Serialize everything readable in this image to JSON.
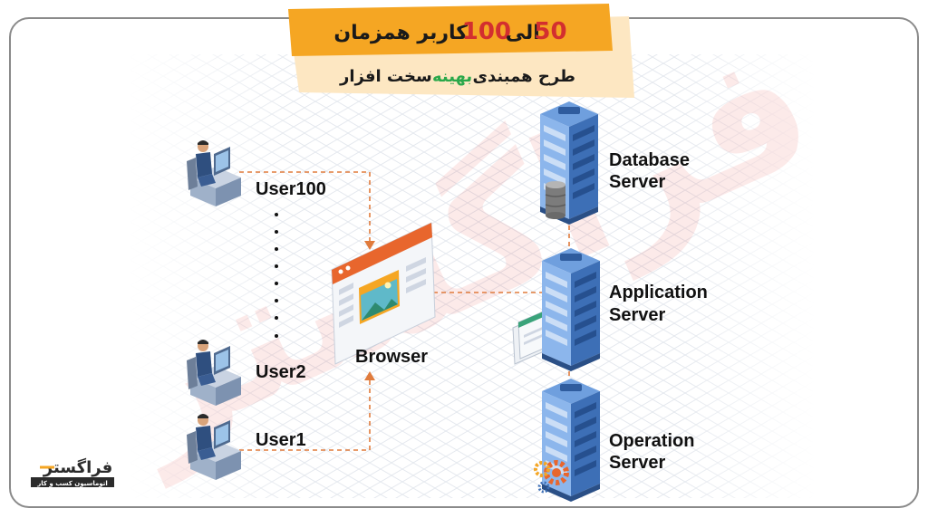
{
  "header": {
    "line1_a": "50",
    "line1_b": "الی",
    "line1_c": "100",
    "line1_d": "کاربر همزمان",
    "line2_a": "طرح همبندی",
    "line2_highlight": "بهینه",
    "line2_c": "سخت افزار"
  },
  "users": {
    "top": "User100",
    "middle": "User2",
    "bottom": "User1"
  },
  "browser": {
    "label": "Browser"
  },
  "servers": {
    "database": {
      "line1": "Database",
      "line2": "Server"
    },
    "application": {
      "line1": "Application",
      "line2": "Server"
    },
    "operation": {
      "line1": "Operation",
      "line2": "Server"
    }
  },
  "watermark": "فراگستر",
  "logo": {
    "name": "فراگستر",
    "tagline": "اتوماسیون کسب و کار"
  },
  "colors": {
    "accent_orange": "#f5a623",
    "line_orange": "#e07b3c",
    "server_blue": "#3d6fb6",
    "highlight_green": "#2aa84a",
    "logo_dark": "#2b2b2b"
  }
}
